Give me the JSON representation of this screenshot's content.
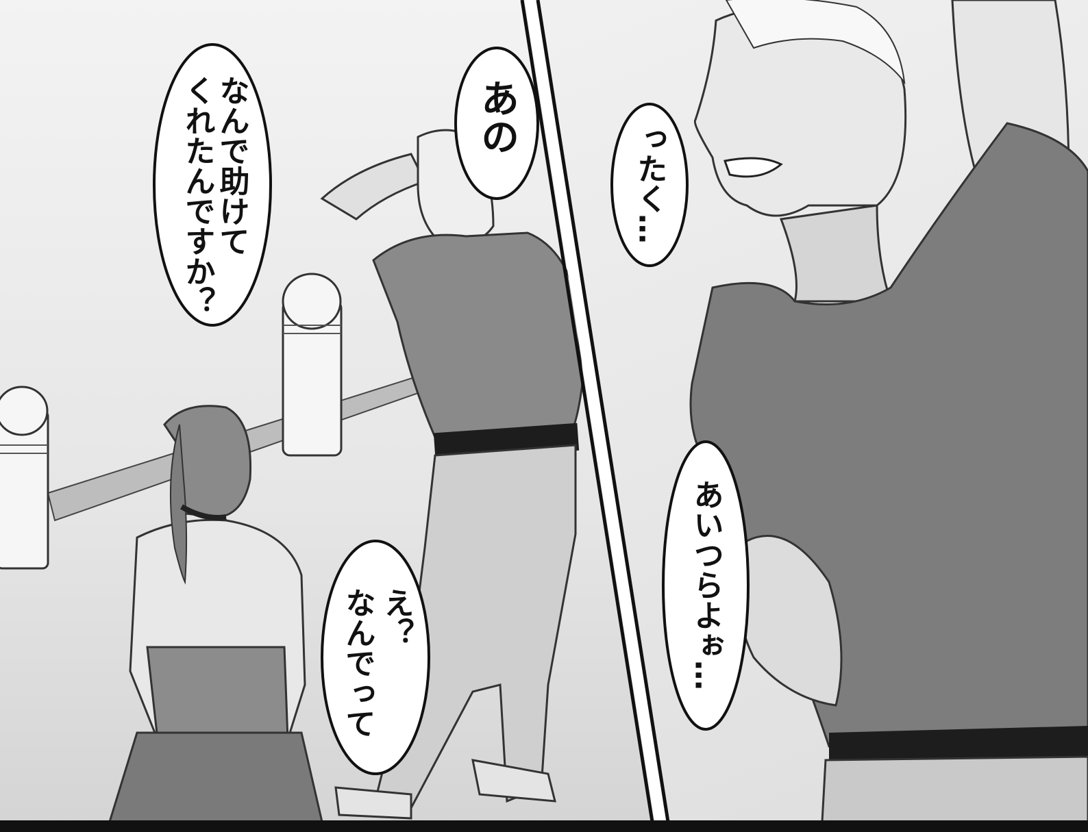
{
  "panels": {
    "left": {
      "bubbles": [
        {
          "id": "question",
          "lines": [
            "なんで助けて",
            "くれたんですか？"
          ]
        },
        {
          "id": "ano",
          "lines": [
            "あの"
          ]
        },
        {
          "id": "eh",
          "lines": [
            "え？",
            "なんでって"
          ]
        }
      ]
    },
    "right": {
      "bubbles": [
        {
          "id": "ttaku",
          "lines": [
            "ったく…"
          ]
        },
        {
          "id": "aitsura",
          "lines": [
            "あいつらよぉ…"
          ]
        }
      ]
    }
  }
}
